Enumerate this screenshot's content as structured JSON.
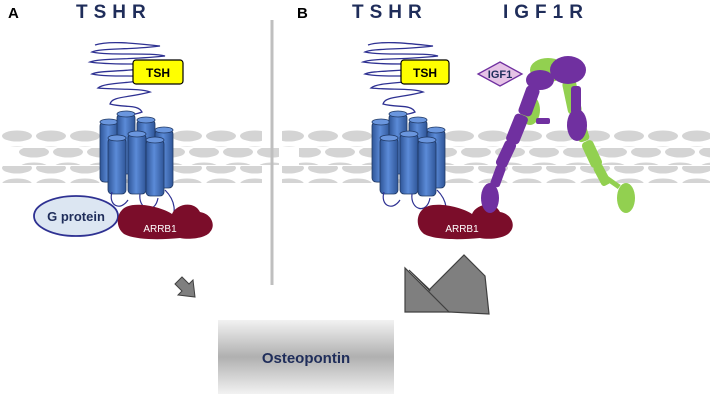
{
  "panel_a": {
    "letter": "A",
    "title": "TSHR",
    "tsh_label": "TSH",
    "gprotein_label": "G protein",
    "arrb1_label": "ARRB1"
  },
  "panel_b": {
    "letter": "B",
    "title_tshr": "TSHR",
    "title_igf1r": "IGF1R",
    "tsh_label": "TSH",
    "igf1_label": "IGF1",
    "arrb1_label": "ARRB1"
  },
  "output": {
    "label": "Osteopontin"
  },
  "colors": {
    "receptor_blue": "#4472C4",
    "loop_navy": "#2E3192",
    "tsh_yellow": "#FFFF00",
    "arrb1_maroon": "#7B0D2A",
    "gprotein_fill": "#DCE6F2",
    "igf1r_purple": "#7030A0",
    "igf1r_green": "#92D050",
    "igf1_pink": "#E6C3E6",
    "arrow_gray": "#7F7F7F",
    "membrane_gray": "#D0D0D0",
    "title_navy": "#1F2D5A"
  }
}
